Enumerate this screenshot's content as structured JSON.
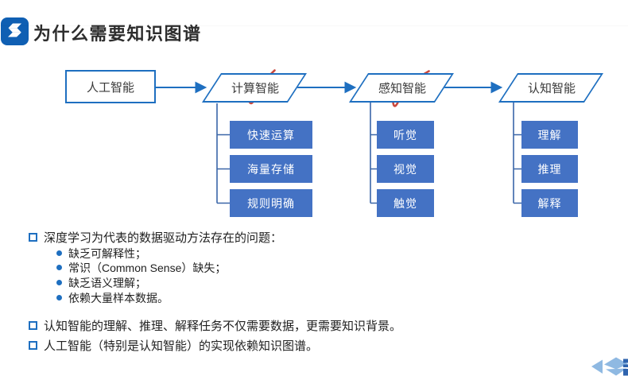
{
  "slide": {
    "title": "为什么需要知识图谱"
  },
  "diagram": {
    "root": {
      "label": "人工智能"
    },
    "stages": [
      {
        "label": "计算智能",
        "checked": true,
        "children": [
          "快速运算",
          "海量存储",
          "规则明确"
        ]
      },
      {
        "label": "感知智能",
        "checked": true,
        "children": [
          "听觉",
          "视觉",
          "触觉"
        ]
      },
      {
        "label": "认知智能",
        "checked": false,
        "children": [
          "理解",
          "推理",
          "解释"
        ]
      }
    ]
  },
  "bullets": [
    {
      "text": "深度学习为代表的数据驱动方法存在的问题：",
      "sub": [
        "缺乏可解释性；",
        "常识（Common Sense）缺失；",
        "缺乏语义理解；",
        "依赖大量样本数据。"
      ]
    },
    {
      "text": "认知智能的理解、推理、解释任务不仅需要数据，更需要知识背景。",
      "sub": []
    },
    {
      "text": "人工智能（特别是认知智能）的实现依赖知识图谱。",
      "sub": []
    }
  ],
  "colors": {
    "accent_blue": "#1e6fc0",
    "box_fill_blue": "#4472c4",
    "connector_blue": "#3a66a8",
    "check_red": "#c43a2e",
    "brand_bg_blue": "#0f5fb3",
    "corner_logo_light": "#8fb9e2",
    "corner_logo_dark": "#2f64ae"
  }
}
